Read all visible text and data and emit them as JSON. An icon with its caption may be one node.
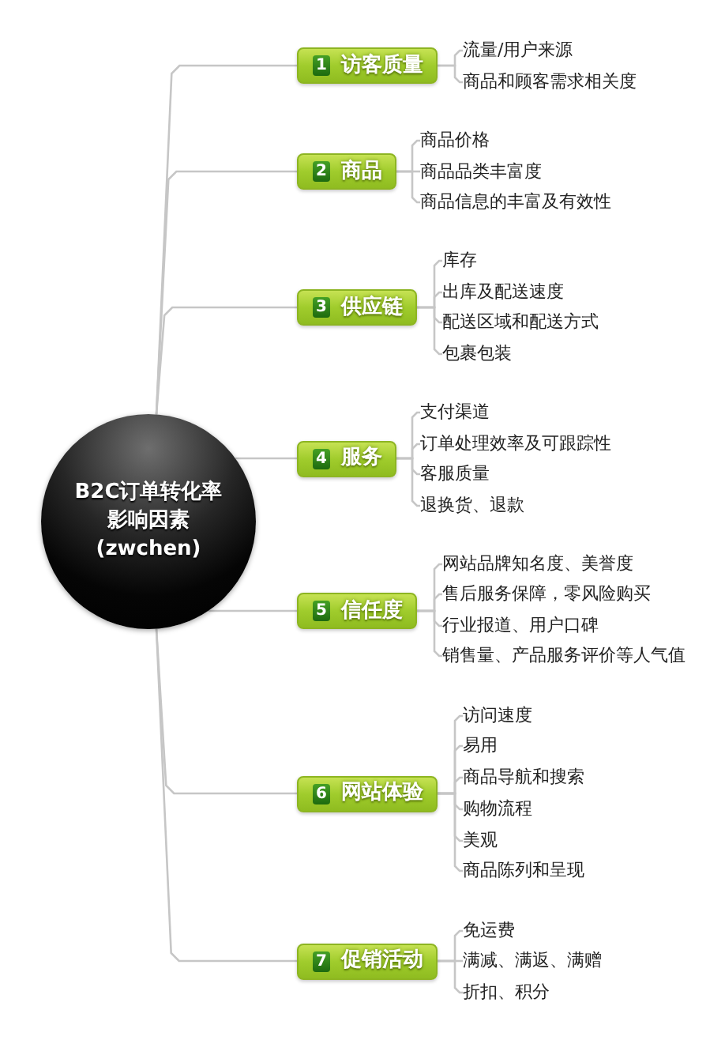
{
  "diagram": {
    "nodes": [
      {
        "text": [
          "B2C订单转化率影响因素 (zwchen)"
        ]
      },
      {
        "text": [
          "1",
          "访客质量"
        ]
      },
      {
        "text": [
          "流量/用户来源"
        ]
      },
      {
        "text": [
          "商品和顾客需求相关度"
        ]
      },
      {
        "text": [
          "2",
          "商品"
        ]
      },
      {
        "text": [
          "商品价格"
        ]
      },
      {
        "text": [
          "商品品类丰富度"
        ]
      },
      {
        "text": [
          "商品信息的丰富及有效性"
        ]
      },
      {
        "text": [
          "3",
          "供应链"
        ]
      },
      {
        "text": [
          "库存"
        ]
      },
      {
        "text": [
          "出库及配送速度"
        ]
      },
      {
        "text": [
          "配送区域和配送方式"
        ]
      },
      {
        "text": [
          "包裹包装"
        ]
      },
      {
        "text": [
          "4",
          "服务"
        ]
      },
      {
        "text": [
          "支付渠道"
        ]
      },
      {
        "text": [
          "订单处理效率及可跟踪性"
        ]
      },
      {
        "text": [
          "客服质量"
        ]
      },
      {
        "text": [
          "退换货、退款"
        ]
      },
      {
        "text": [
          "5",
          "信任度"
        ]
      },
      {
        "text": [
          "网站品牌知名度、美誉度"
        ]
      },
      {
        "text": [
          "售后服务保障，零风险购买"
        ]
      },
      {
        "text": [
          "行业报道、用户口碑"
        ]
      },
      {
        "text": [
          "销售量、产品服务评价等人气值"
        ]
      },
      {
        "text": [
          "6",
          "网站体验"
        ]
      },
      {
        "text": [
          "访问速度"
        ]
      },
      {
        "text": [
          "易用"
        ]
      },
      {
        "text": [
          "商品导航和搜索"
        ]
      },
      {
        "text": [
          "购物流程"
        ]
      },
      {
        "text": [
          "美观"
        ]
      },
      {
        "text": [
          "商品陈列和呈现"
        ]
      },
      {
        "text": [
          "7",
          "促销活动"
        ]
      },
      {
        "text": [
          "免运费"
        ]
      },
      {
        "text": [
          "满减、满返、满赠"
        ]
      },
      {
        "text": [
          "折扣、积分"
        ]
      }
    ],
    "edges": [
      {
        "from": 0,
        "to": 1,
        "arrow": "none"
      },
      {
        "from": 0,
        "to": 4,
        "arrow": "none"
      },
      {
        "from": 0,
        "to": 8,
        "arrow": "none"
      },
      {
        "from": 0,
        "to": 13,
        "arrow": "none"
      },
      {
        "from": 0,
        "to": 18,
        "arrow": "none"
      },
      {
        "from": 0,
        "to": 23,
        "arrow": "none"
      },
      {
        "from": 0,
        "to": 30,
        "arrow": "none"
      },
      {
        "from": 1,
        "to": 2,
        "arrow": "none"
      },
      {
        "from": 1,
        "to": 3,
        "arrow": "none"
      },
      {
        "from": 4,
        "to": 5,
        "arrow": "none"
      },
      {
        "from": 4,
        "to": 6,
        "arrow": "none"
      },
      {
        "from": 4,
        "to": 7,
        "arrow": "none"
      },
      {
        "from": 8,
        "to": 9,
        "arrow": "none"
      },
      {
        "from": 8,
        "to": 10,
        "arrow": "none"
      },
      {
        "from": 8,
        "to": 11,
        "arrow": "none"
      },
      {
        "from": 8,
        "to": 12,
        "arrow": "none"
      },
      {
        "from": 13,
        "to": 14,
        "arrow": "none"
      },
      {
        "from": 13,
        "to": 15,
        "arrow": "none"
      },
      {
        "from": 13,
        "to": 16,
        "arrow": "none"
      },
      {
        "from": 13,
        "to": 17,
        "arrow": "none"
      },
      {
        "from": 18,
        "to": 19,
        "arrow": "none"
      },
      {
        "from": 18,
        "to": 20,
        "arrow": "none"
      },
      {
        "from": 18,
        "to": 21,
        "arrow": "none"
      },
      {
        "from": 18,
        "to": 22,
        "arrow": "none"
      },
      {
        "from": 23,
        "to": 24,
        "arrow": "none"
      },
      {
        "from": 23,
        "to": 25,
        "arrow": "none"
      },
      {
        "from": 23,
        "to": 26,
        "arrow": "none"
      },
      {
        "from": 23,
        "to": 27,
        "arrow": "none"
      },
      {
        "from": 23,
        "to": 28,
        "arrow": "none"
      },
      {
        "from": 23,
        "to": 29,
        "arrow": "none"
      },
      {
        "from": 30,
        "to": 31,
        "arrow": "none"
      },
      {
        "from": 30,
        "to": 32,
        "arrow": "none"
      },
      {
        "from": 30,
        "to": 33,
        "arrow": "none"
      }
    ]
  }
}
